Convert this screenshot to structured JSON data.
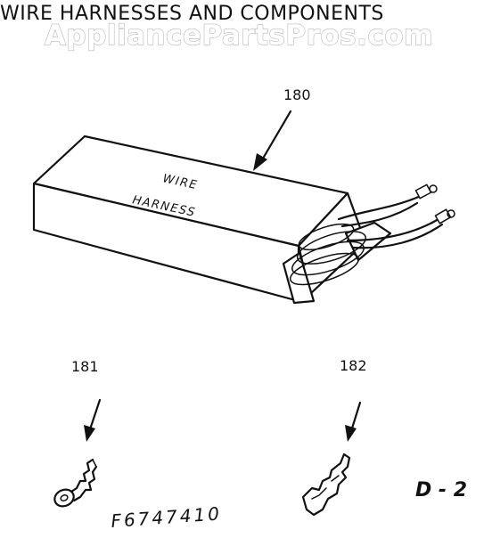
{
  "diagram": {
    "title": "WIRE HARNESSES AND COMPONENTS",
    "watermark": "AppliancePartsPros.com",
    "box_label_line1": "WIRE",
    "box_label_line2": "HARNESS",
    "parts": [
      {
        "ref": "180"
      },
      {
        "ref": "181"
      },
      {
        "ref": "182"
      }
    ],
    "drawing_number": "F6747410",
    "page_code": "D - 2"
  }
}
